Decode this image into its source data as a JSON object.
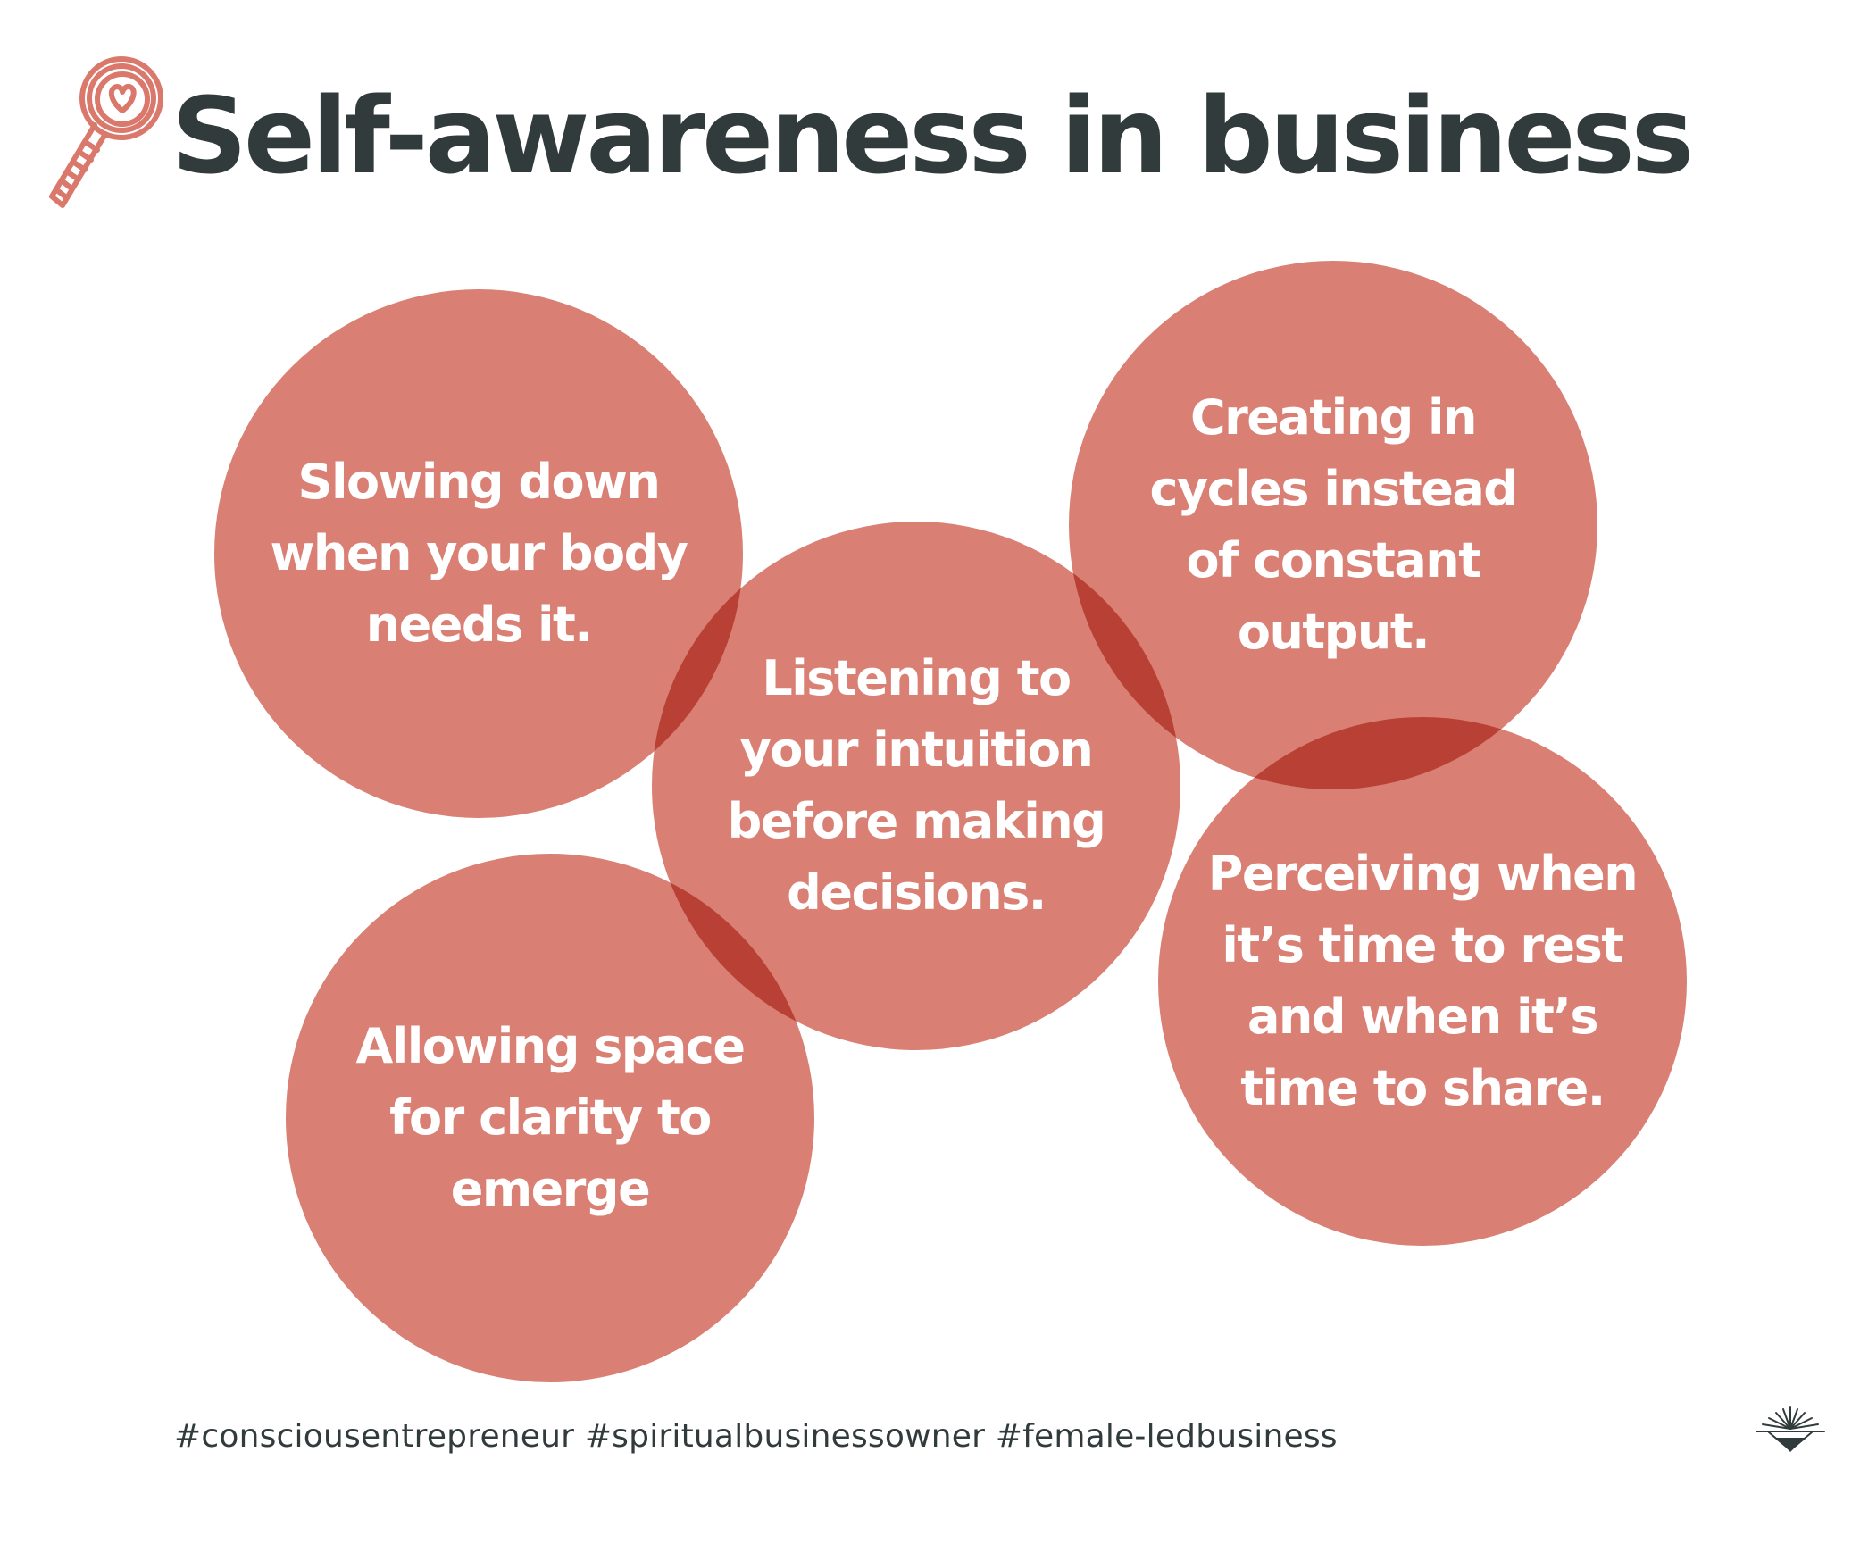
{
  "title": "Self-awareness in business",
  "circle_color": "#d97f73",
  "title_color": "#313b3c",
  "icon_color": "#d9786b",
  "circles": [
    {
      "id": "slowing-down",
      "text": "Slowing down when your body needs it."
    },
    {
      "id": "listening",
      "text": "Listening to your intuition before making decisions."
    },
    {
      "id": "creating",
      "text": "Creating in cycles instead of constant output."
    },
    {
      "id": "perceiving",
      "text": "Perceiving when it’s time to rest and when it’s time to share."
    },
    {
      "id": "allowing",
      "text": "Allowing space for clarity to emerge"
    }
  ],
  "hashtags": "#consciousentrepreneur #spiritualbusinessowner #female-ledbusiness",
  "icons": {
    "title_icon": "magnifying-glass-heart-icon",
    "brand_logo": "sunrise-diamond-logo-icon"
  }
}
